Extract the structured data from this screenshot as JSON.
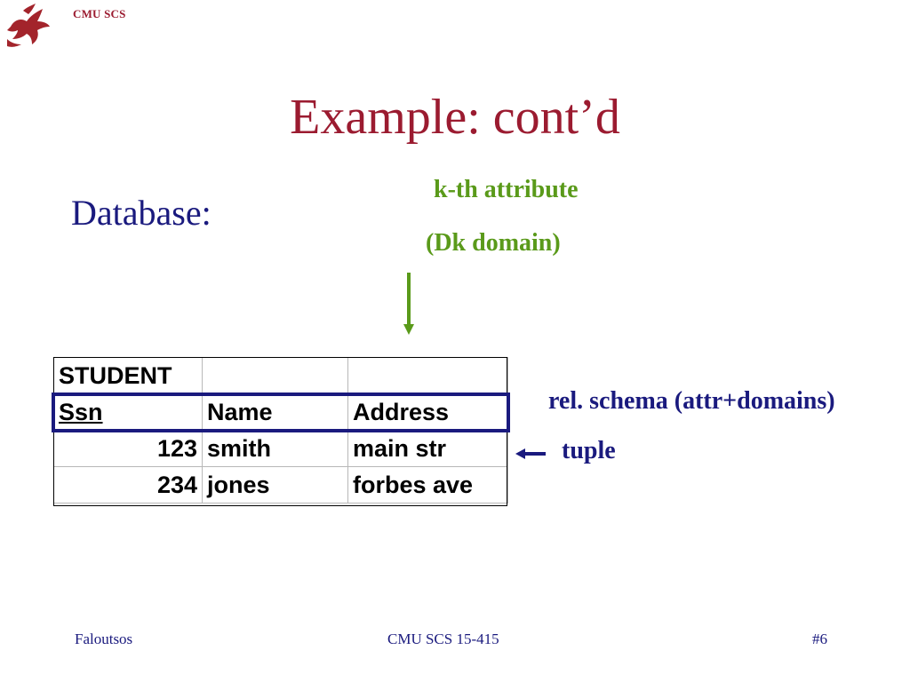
{
  "header": {
    "org": "CMU SCS",
    "logo_icon": "red-dragon-icon"
  },
  "slide": {
    "title": "Example: cont’d",
    "db_label": "Database:",
    "kth_attribute": "k-th attribute",
    "dk_domain": "(Dk domain)",
    "schema_note": "rel. schema (attr+domains)",
    "tuple_note": "tuple"
  },
  "table": {
    "relation_name": "STUDENT",
    "columns": [
      "Ssn",
      "Name",
      "Address"
    ],
    "rows": [
      [
        "123",
        "smith",
        "main str"
      ],
      [
        "234",
        "jones",
        "forbes ave"
      ]
    ]
  },
  "footer": {
    "left": "Faloutsos",
    "center": "CMU SCS 15-415",
    "right": "#6"
  },
  "colors": {
    "title": "#9b1b30",
    "navy": "#1a1a7e",
    "green": "#5a9a1a"
  }
}
